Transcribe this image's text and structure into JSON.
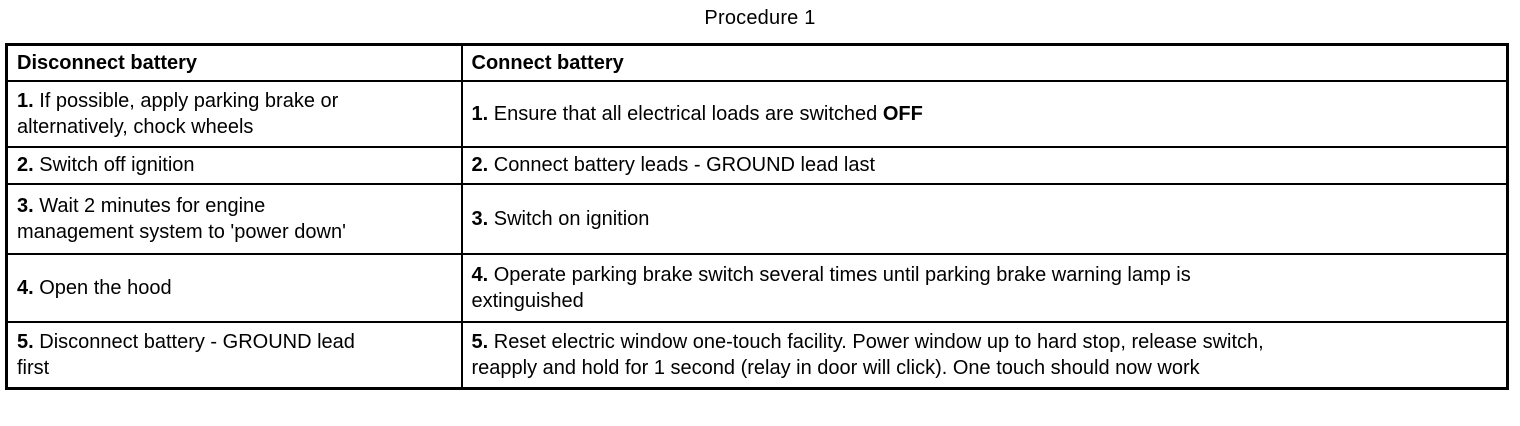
{
  "title": "Procedure 1",
  "table": {
    "columns": [
      {
        "header": "Disconnect battery"
      },
      {
        "header": "Connect battery"
      }
    ],
    "rows": [
      {
        "left": {
          "num": "1.",
          "text": " If possible, apply parking brake or\nalternatively, chock wheels",
          "bold": ""
        },
        "right": {
          "num": "1.",
          "text": " Ensure that all electrical loads are switched ",
          "bold": "OFF"
        }
      },
      {
        "left": {
          "num": "2.",
          "text": " Switch off ignition",
          "bold": ""
        },
        "right": {
          "num": "2.",
          "text": " Connect battery leads - GROUND lead last",
          "bold": ""
        }
      },
      {
        "left": {
          "num": "3.",
          "text": " Wait 2 minutes for engine\nmanagement system to 'power down'",
          "bold": ""
        },
        "right": {
          "num": "3.",
          "text": " Switch on ignition",
          "bold": ""
        }
      },
      {
        "left": {
          "num": "4.",
          "text": " Open the hood",
          "bold": ""
        },
        "right": {
          "num": "4.",
          "text": " Operate parking brake switch several times until parking brake warning lamp is\nextinguished",
          "bold": ""
        }
      },
      {
        "left": {
          "num": "5.",
          "text": " Disconnect battery - GROUND lead\nfirst",
          "bold": ""
        },
        "right": {
          "num": "5.",
          "text": " Reset electric window one-touch facility. Power window up to hard stop, release switch,\nreapply and hold for 1 second (relay in door will click). One touch should now work",
          "bold": ""
        }
      }
    ]
  }
}
